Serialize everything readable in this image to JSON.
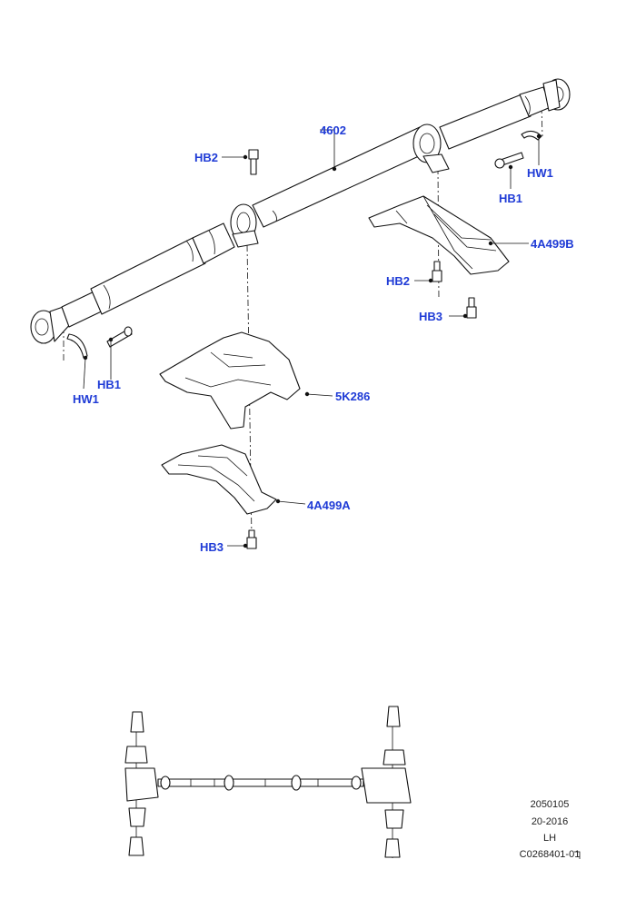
{
  "colors": {
    "callout": "#1f3bd6",
    "line": "#111111",
    "background": "#ffffff"
  },
  "callouts": {
    "shaft": "4602",
    "hb2_top": "HB2",
    "hb2_right": "HB2",
    "hb1_right": "HB1",
    "hw1_right": "HW1",
    "hb1_left": "HB1",
    "hw1_left": "HW1",
    "bracket_b": "4A499B",
    "hb3_right": "HB3",
    "shield": "5K286",
    "bracket_a": "4A499A",
    "hb3_bottom": "HB3"
  },
  "meta": {
    "code": "2050105",
    "date": "20-2016",
    "side": "LH",
    "ref": "C0268401-01"
  }
}
